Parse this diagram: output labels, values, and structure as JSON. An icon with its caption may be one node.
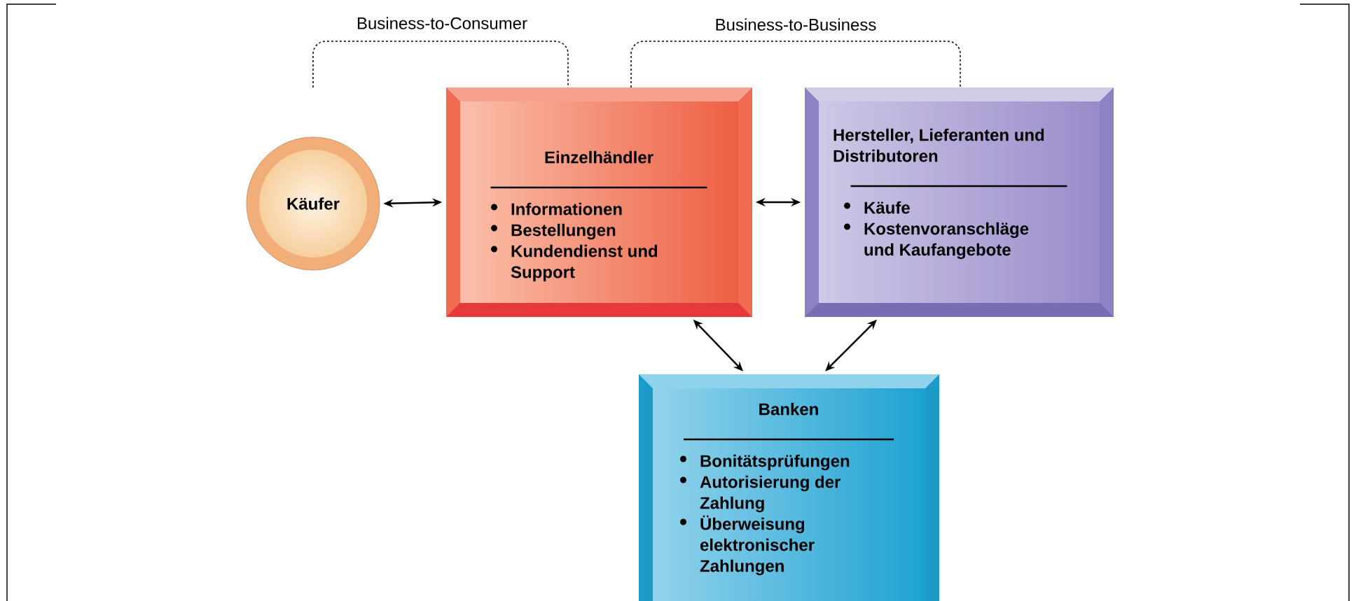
{
  "diagram": {
    "nodes": [
      {
        "text": [
          "Käufer"
        ]
      },
      {
        "text": [
          "Einzelhändler",
          "Informationen",
          "Bestellungen",
          "Kundendienst und Support"
        ]
      },
      {
        "text": [
          "Hersteller, Lieferanten und Distributoren",
          "Käufe",
          "Kostenvoranschläge und Kaufangebote"
        ]
      },
      {
        "text": [
          "Banken",
          "Bonitätsprüfungen",
          "Autorisierung der Zahlung",
          "Überweisung elektronischer Zahlungen"
        ]
      }
    ],
    "edges": [
      {
        "from": 0,
        "to": 1,
        "arrow": "both"
      },
      {
        "from": 1,
        "to": 2,
        "arrow": "both"
      },
      {
        "from": 1,
        "to": 3,
        "arrow": "both"
      },
      {
        "from": 2,
        "to": 3,
        "arrow": "both"
      }
    ],
    "labels": [
      "Business-to-Consumer",
      "Business-to-Business"
    ]
  }
}
